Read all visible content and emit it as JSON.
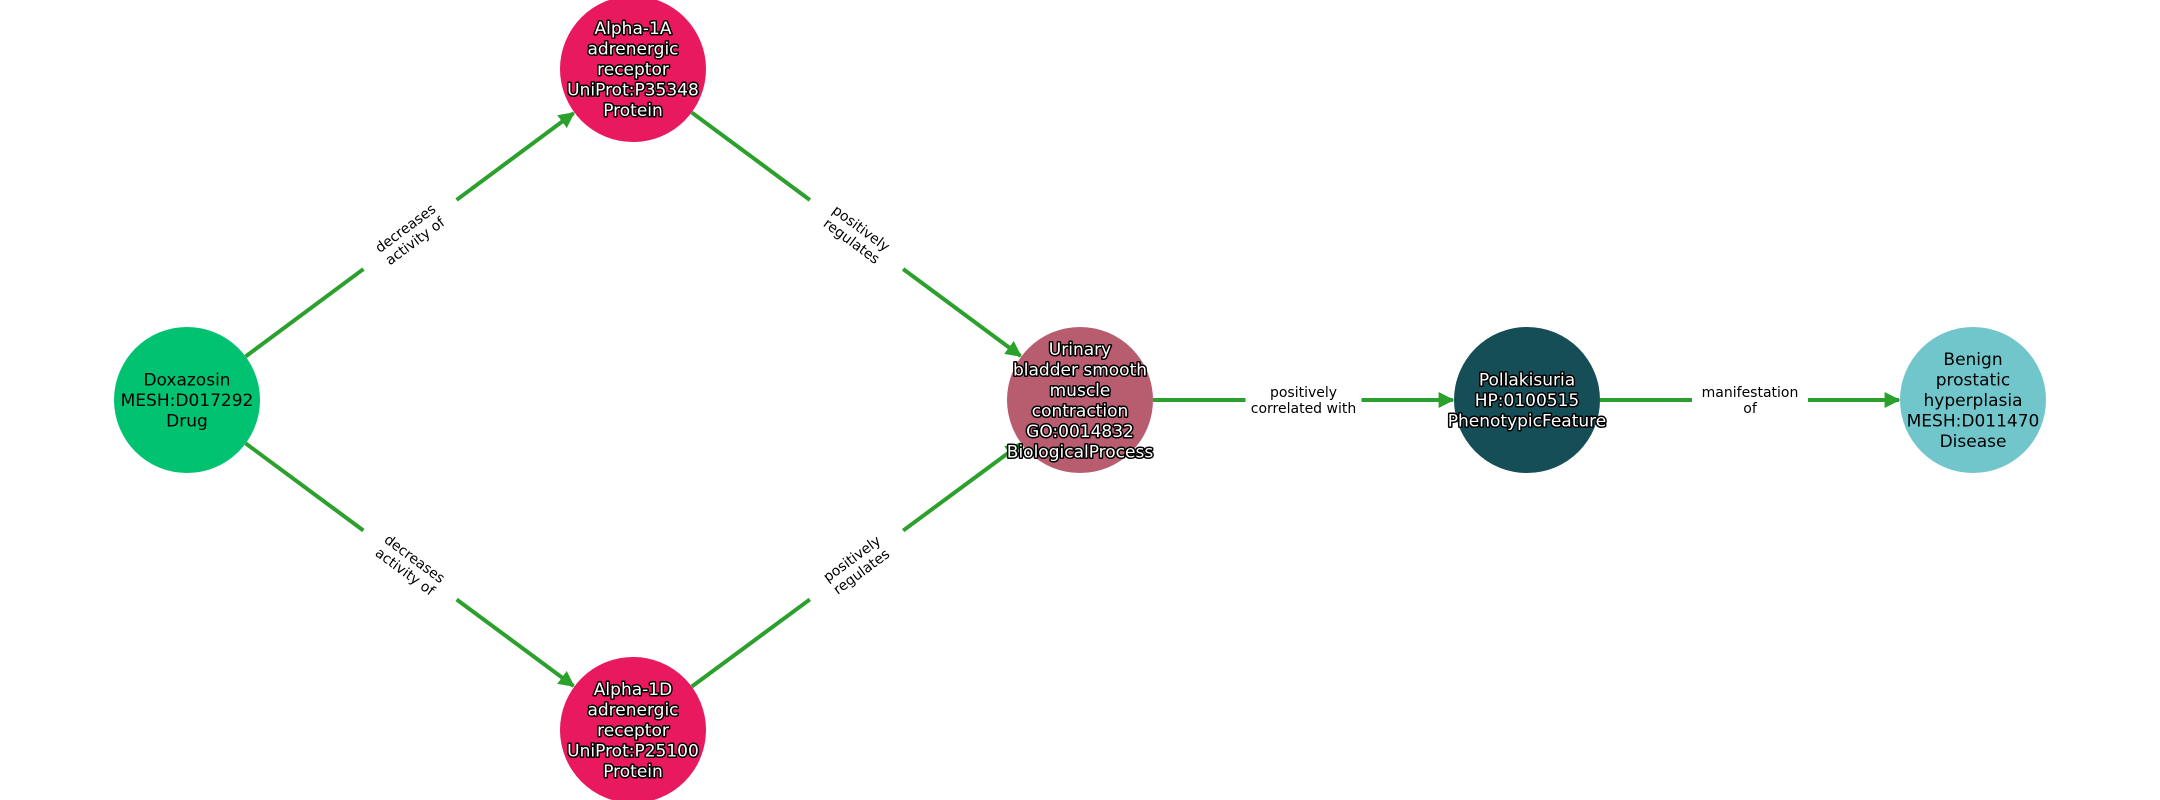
{
  "colors": {
    "edge": "#2ca02c"
  },
  "nodes": [
    {
      "id": "doxazosin",
      "lines": [
        "Doxazosin",
        "MESH:D017292",
        "Drug"
      ],
      "color": "#00c271",
      "halo": false
    },
    {
      "id": "alpha1a",
      "lines": [
        "Alpha-1A",
        "adrenergic",
        "receptor",
        "UniProt:P35348",
        "Protein"
      ],
      "color": "#e8195e",
      "halo": true
    },
    {
      "id": "alpha1d",
      "lines": [
        "Alpha-1D",
        "adrenergic",
        "receptor",
        "UniProt:P25100",
        "Protein"
      ],
      "color": "#e8195e",
      "halo": true
    },
    {
      "id": "urinary",
      "lines": [
        "Urinary",
        "bladder smooth",
        "muscle",
        "contraction",
        "GO:0014832",
        "BiologicalProcess"
      ],
      "color": "#b85c70",
      "halo": true
    },
    {
      "id": "pollakisuria",
      "lines": [
        "Pollakisuria",
        "HP:0100515",
        "PhenotypicFeature"
      ],
      "color": "#164e57",
      "halo": true
    },
    {
      "id": "bph",
      "lines": [
        "Benign",
        "prostatic",
        "hyperplasia",
        "MESH:D011470",
        "Disease"
      ],
      "color": "#71c6cb",
      "halo": false
    }
  ],
  "edges": [
    {
      "source": "doxazosin",
      "target": "alpha1a",
      "lines": [
        "decreases",
        "activity of"
      ]
    },
    {
      "source": "doxazosin",
      "target": "alpha1d",
      "lines": [
        "decreases",
        "activity of"
      ]
    },
    {
      "source": "alpha1a",
      "target": "urinary",
      "lines": [
        "positively",
        "regulates"
      ]
    },
    {
      "source": "alpha1d",
      "target": "urinary",
      "lines": [
        "positively",
        "regulates"
      ]
    },
    {
      "source": "urinary",
      "target": "pollakisuria",
      "lines": [
        "positively",
        "correlated with"
      ]
    },
    {
      "source": "pollakisuria",
      "target": "bph",
      "lines": [
        "manifestation",
        "of"
      ]
    }
  ]
}
